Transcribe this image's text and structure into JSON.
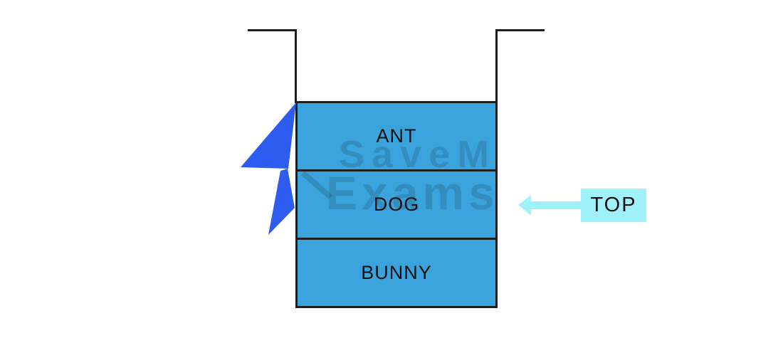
{
  "diagram_type": "stack-data-structure",
  "stack": {
    "items": [
      {
        "label": "ANT"
      },
      {
        "label": "DOG"
      },
      {
        "label": "BUNNY"
      }
    ]
  },
  "pointer": {
    "label": "TOP"
  },
  "watermark": {
    "line1": "SaveMy",
    "line2": "Exams"
  },
  "colors": {
    "stack_fill": "#3ba3dc",
    "outline": "#1e1e1e",
    "push_arrow_blue": "#2e5bf0",
    "pointer_cyan": "#9ff2f9"
  }
}
